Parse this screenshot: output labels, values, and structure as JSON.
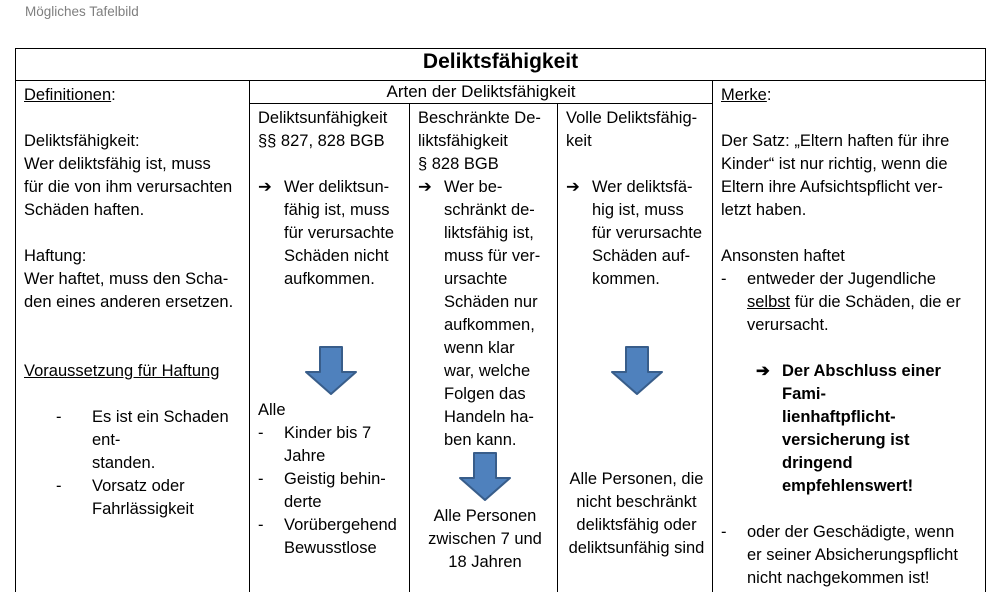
{
  "page_label": "Mögliches Tafelbild",
  "arrow_glyph": "➔",
  "hyphen_glyph": "-",
  "colors": {
    "arrow_fill": "#4F81BD",
    "arrow_stroke": "#385D8A",
    "label_gray": "#7f7f7f"
  },
  "table": {
    "title": "Deliktsfähigkeit",
    "arten_header": "Arten der Deliktsfähigkeit",
    "definitionen": {
      "heading": "Definitionen",
      "heading_colon": ":",
      "para1": "Deliktsfähigkeit:\nWer deliktsfähig ist, muss\nfür die von ihm verursachten\nSchäden haften.",
      "para2": "Haftung:\nWer haftet, muss den Scha-\nden eines anderen ersetzen.",
      "subheading": "Voraussetzung für Haftung",
      "items": [
        "Es ist ein Schaden ent-\nstanden.",
        "Vorsatz oder\nFahrlässigkeit"
      ]
    },
    "unfaehigkeit": {
      "heading": "Deliktsunfähigkeit\n§§ 827, 828 BGB",
      "arrow_text": "Wer deliktsun-\nfähig ist, muss\nfür verursachte\nSchäden nicht\naufkommen.",
      "group_label": "Alle",
      "items": [
        "Kinder bis 7\nJahre",
        "Geistig behin-\nderte",
        "Vorübergehend\nBewusstlose"
      ]
    },
    "beschraenkt": {
      "heading": "Beschränkte De-\nliktsfähigkeit\n§ 828 BGB",
      "arrow_text": "Wer be-\nschränkt de-\nliktsfähig ist,\nmuss für ver-\nursachte\nSchäden nur\naufkommen,\nwenn klar\nwar, welche\nFolgen das\nHandeln ha-\nben kann.",
      "group_text": "Alle Personen\nzwischen 7 und\n18 Jahren"
    },
    "volle": {
      "heading": "Volle Deliktsfähig-\nkeit",
      "arrow_text": "Wer deliktsfä-\nhig ist, muss\nfür verursachte\nSchäden auf-\nkommen.",
      "group_text": "Alle Personen, die\nnicht beschränkt\ndeliktsfähig oder\ndeliktsunfähig sind"
    },
    "merke": {
      "heading": "Merke",
      "heading_colon": ":",
      "para1": "Der Satz: „Eltern haften für ihre\nKinder“ ist nur richtig, wenn die\nEltern ihre Aufsichtspflicht ver-\nletzt haben.",
      "para2": "Ansonsten haftet",
      "item1_pre": "entweder der Jugendliche\n",
      "item1_underline": "selbst",
      "item1_post": " für die Schäden, die er\nverursacht.",
      "arrow_text": "Der Abschluss einer Fami-\nlienhaftpflicht-\nversicherung ist dringend\nempfehlenswert!",
      "item2": "oder der Geschädigte, wenn\ner seiner Absicherungspflicht\nnicht nachgekommen ist!"
    }
  }
}
